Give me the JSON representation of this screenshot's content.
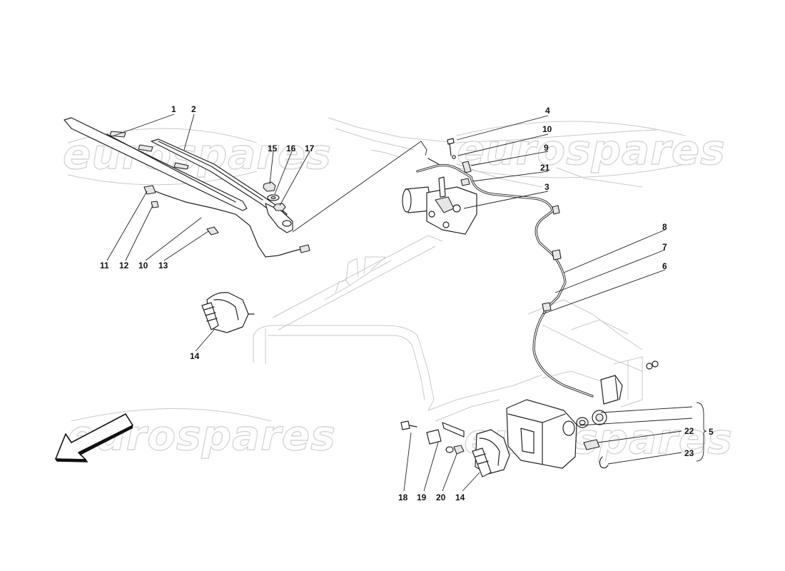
{
  "watermark": "eurospares",
  "callouts": {
    "c1": "1",
    "c2": "2",
    "c3": "3",
    "c4": "4",
    "c5": "5",
    "c6": "6",
    "c7": "7",
    "c8": "8",
    "c9": "9",
    "c10a": "10",
    "c10b": "10",
    "c11": "11",
    "c12": "12",
    "c13": "13",
    "c14a": "14",
    "c14b": "14",
    "c15": "15",
    "c16": "16",
    "c17": "17",
    "c18": "18",
    "c19": "19",
    "c20": "20",
    "c21": "21",
    "c22": "22",
    "c23": "23"
  },
  "icons": {
    "orientation_arrow": "direction-arrow-icon"
  }
}
